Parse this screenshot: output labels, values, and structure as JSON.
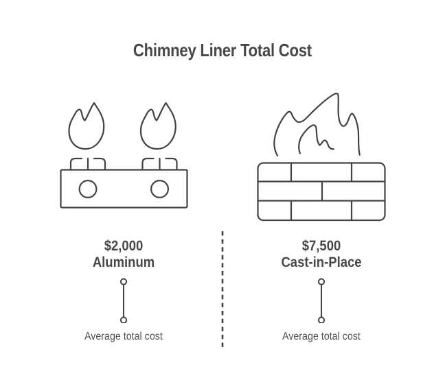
{
  "title": "Chimney Liner Total Cost",
  "columns": [
    {
      "id": "aluminum",
      "icon": "stove-burners-flames-icon",
      "price": "$2,000",
      "name": "Aluminum",
      "caption": "Average total cost"
    },
    {
      "id": "cast-in-place",
      "icon": "brick-wall-flame-icon",
      "price": "$7,500",
      "name": "Cast-in-Place",
      "caption": "Average total cost"
    }
  ],
  "chart_data": {
    "type": "bar",
    "title": "Chimney Liner Total Cost",
    "categories": [
      "Aluminum",
      "Cast-in-Place"
    ],
    "values": [
      2000,
      7500
    ],
    "value_labels": [
      "$2,000",
      "$7,500"
    ],
    "annotation": "Average total cost"
  },
  "colors": {
    "background": "#ffffff",
    "heading_text": "#45484b",
    "caption_text": "#4d5154",
    "icon_stroke": "#3f4347",
    "divider": "#3c4043"
  }
}
